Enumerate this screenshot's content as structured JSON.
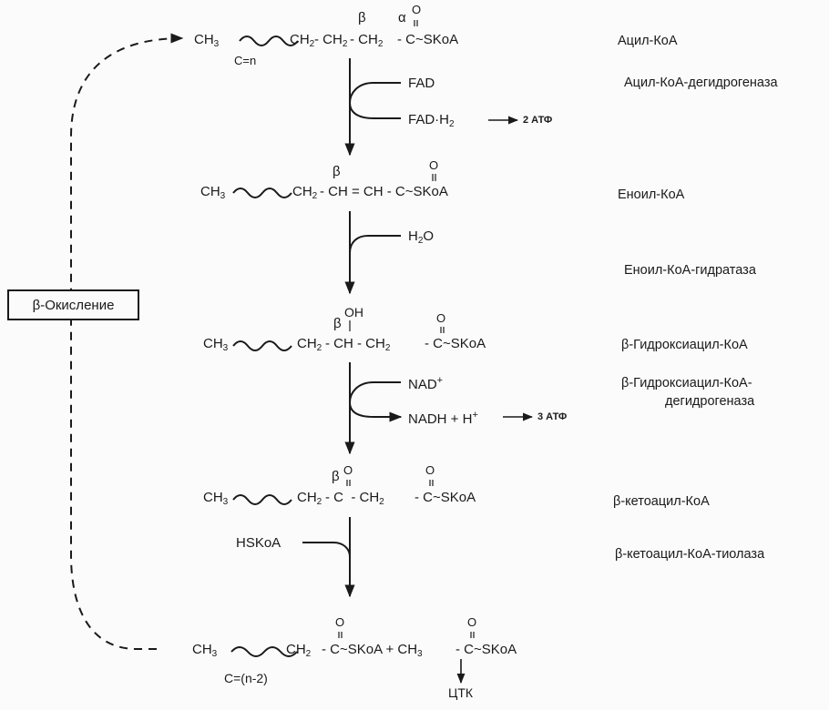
{
  "title": "β-oxidation of fatty acids",
  "cycle_box": {
    "label": "β-Окисление"
  },
  "molecules": {
    "acyl_coa": {
      "ch3": "CH",
      "ch3_sub": "3",
      "chain": "CH",
      "chain_sub": "2",
      "beta_group": "- CH",
      "beta_sub": "2",
      "alpha_group": "- CH",
      "alpha_sub": "2",
      "carbonyl": "- C~SKoA",
      "beta": "β",
      "alpha": "α",
      "oxygen": "O",
      "length": "C=n"
    },
    "enoyl_coa": {
      "ch3": "CH",
      "ch3_sub": "3",
      "chain": "CH",
      "chain_sub": "2",
      "rest": "- CH = CH - C~SKoA",
      "beta": "β",
      "oxygen": "O"
    },
    "hydroxyacyl_coa": {
      "ch3": "CH",
      "ch3_sub": "3",
      "chain": "CH",
      "chain_sub": "2",
      "mid": "- CH - CH",
      "mid_sub": "2",
      "tail": "- C~SKoA",
      "beta": "β",
      "oh": "OH",
      "oxygen": "O"
    },
    "ketoacyl_coa": {
      "ch3": "CH",
      "ch3_sub": "3",
      "chain": "CH",
      "chain_sub": "2",
      "mid": "- C  - CH",
      "mid_sub": "2",
      "tail": "- C~SKoA",
      "beta": "β",
      "oxygen": "O"
    },
    "products": {
      "ch3": "CH",
      "ch3_sub": "3",
      "chain": "CH",
      "chain_sub": "2",
      "part1": "- C~SKoA + CH",
      "part1_sub": "3",
      "part2": "- C~SKoA",
      "oxygen": "O",
      "length": "C=(n-2)",
      "tca": "ЦТК"
    }
  },
  "cofactors": {
    "fad": "FAD",
    "fadh2": "FAD·H",
    "fadh2_sub": "2",
    "atp_2": "2 АТФ",
    "h2o": "H",
    "h2o_sub": "2",
    "h2o_tail": "O",
    "nad": "NAD",
    "nad_sup": "+",
    "nadh": "NADH + H",
    "nadh_sup": "+",
    "atp_3": "3 АТФ",
    "hskoa": "HSKoA"
  },
  "labels": {
    "acyl_coa": "Ацил-КоА",
    "acyl_coa_dehydrogenase": "Ацил-КоА-дегидрогеназа",
    "enoyl_coa": "Еноил-КоА",
    "enoyl_coa_hydratase": "Еноил-КоА-гидратаза",
    "hydroxyacyl_coa": "β-Гидроксиацил-КоА",
    "hydroxyacyl_coa_dehydrogenase_1": "β-Гидроксиацил-КоА-",
    "hydroxyacyl_coa_dehydrogenase_2": "дегидрогеназа",
    "ketoacyl_coa": "β-кетоацил-КоА",
    "ketoacyl_coa_thiolase": "β-кетоацил-КоА-тиолаза"
  }
}
